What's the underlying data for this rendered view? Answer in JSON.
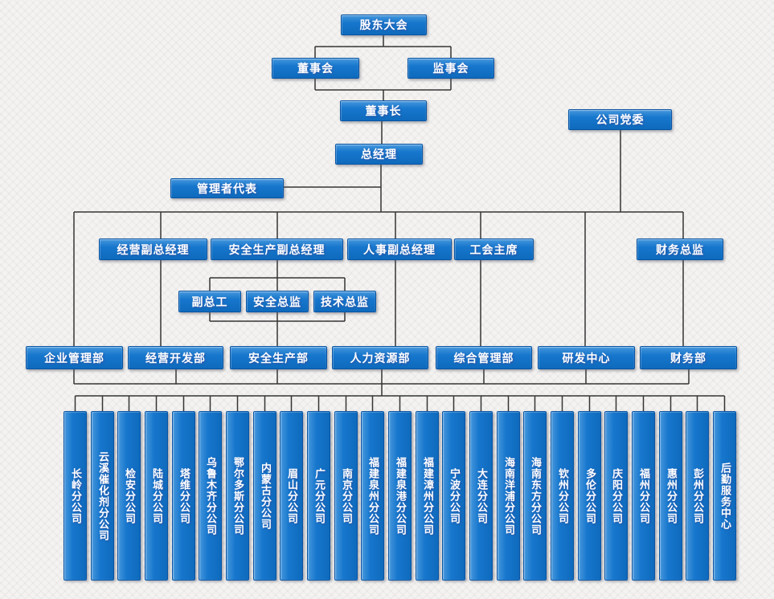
{
  "nodes": {
    "shareholders": "股东大会",
    "board": "董事会",
    "supervisory_board": "监事会",
    "chairman": "董事长",
    "general_manager": "总经理",
    "party_committee": "公司党委",
    "management_representative": "管理者代表"
  },
  "vice_level": [
    "经营副总经理",
    "安全生产副总经理",
    "人事副总经理",
    "工会主席",
    "财务总监"
  ],
  "chief_level": [
    "副总工",
    "安全总监",
    "技术总监"
  ],
  "departments": [
    "企业管理部",
    "经营开发部",
    "安全生产部",
    "人力资源部",
    "综合管理部",
    "研发中心",
    "财务部"
  ],
  "branches": [
    "长岭分公司",
    "云溪催化剂分公司",
    "检安分公司",
    "陆城分公司",
    "塔维分公司",
    "乌鲁木齐分公司",
    "鄂尔多斯分公司",
    "内蒙古分公司",
    "眉山分公司",
    "广元分公司",
    "南京分公司",
    "福建泉州分公司",
    "福建泉港分公司",
    "福建漳州分公司",
    "宁波分公司",
    "大连分公司",
    "海南洋浦分公司",
    "海南东方分公司",
    "钦州分公司",
    "多伦分公司",
    "庆阳分公司",
    "福州分公司",
    "惠州分公司",
    "彭州分公司",
    "后勤服务中心"
  ],
  "colors": {
    "node_fill": "#1777cd",
    "node_border": "#0a55a4",
    "node_text": "#ffffff",
    "connector": "#353535",
    "background": "#f4f3f1"
  }
}
